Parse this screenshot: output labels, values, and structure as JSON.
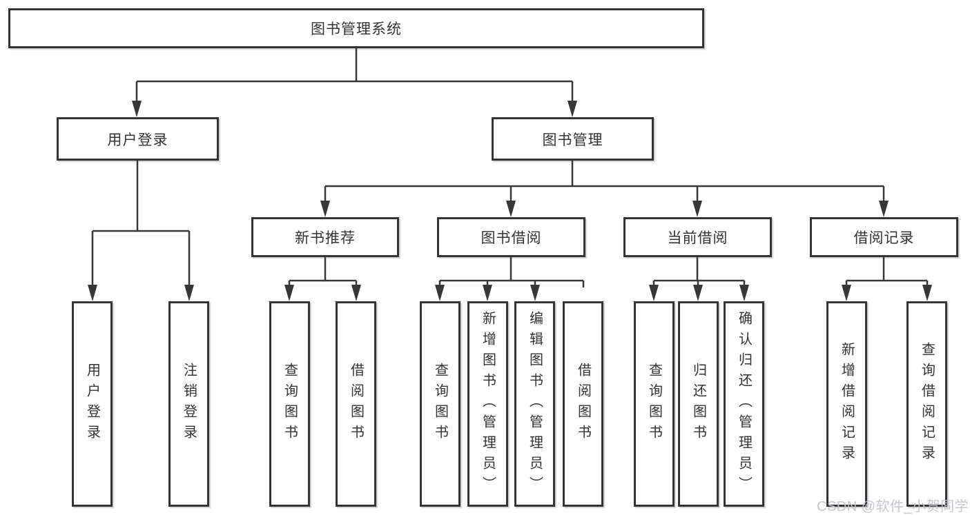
{
  "page": {
    "background": "#ffffff",
    "line_color": "#373737",
    "box_border_color": "#343434",
    "text_color": "#333333",
    "watermark_color": "#c6c1cd"
  },
  "diagram": {
    "root": {
      "label": "图书管理系统"
    },
    "branches": [
      {
        "label": "用户登录",
        "children": [
          {
            "label": "用户登录"
          },
          {
            "label": "注销登录"
          }
        ]
      },
      {
        "label": "图书管理",
        "children": [
          {
            "label": "新书推荐",
            "children": [
              {
                "label": "查询图书"
              },
              {
                "label": "借阅图书"
              }
            ]
          },
          {
            "label": "图书借阅",
            "children": [
              {
                "label": "查询图书"
              },
              {
                "label": "新增图书（管理员）"
              },
              {
                "label": "编辑图书（管理员）"
              },
              {
                "label": "借阅图书"
              }
            ]
          },
          {
            "label": "当前借阅",
            "children": [
              {
                "label": "查询图书"
              },
              {
                "label": "归还图书"
              },
              {
                "label": "确认归还（管理员）"
              }
            ]
          },
          {
            "label": "借阅记录",
            "children": [
              {
                "label": "新增借阅记录"
              },
              {
                "label": "查询借阅记录"
              }
            ]
          }
        ]
      }
    ],
    "watermark": "CSDN @软件_小贺同学"
  }
}
